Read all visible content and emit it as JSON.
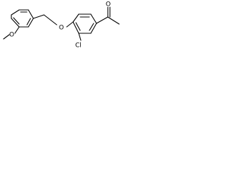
{
  "molecule": {
    "atoms": {
      "ether_o": "O",
      "methoxy_o": "O",
      "carbonyl_o": "O",
      "chlorine": "Cl"
    },
    "colors": {
      "bond": "#000000",
      "label": "#000000",
      "background": "#ffffff"
    }
  }
}
